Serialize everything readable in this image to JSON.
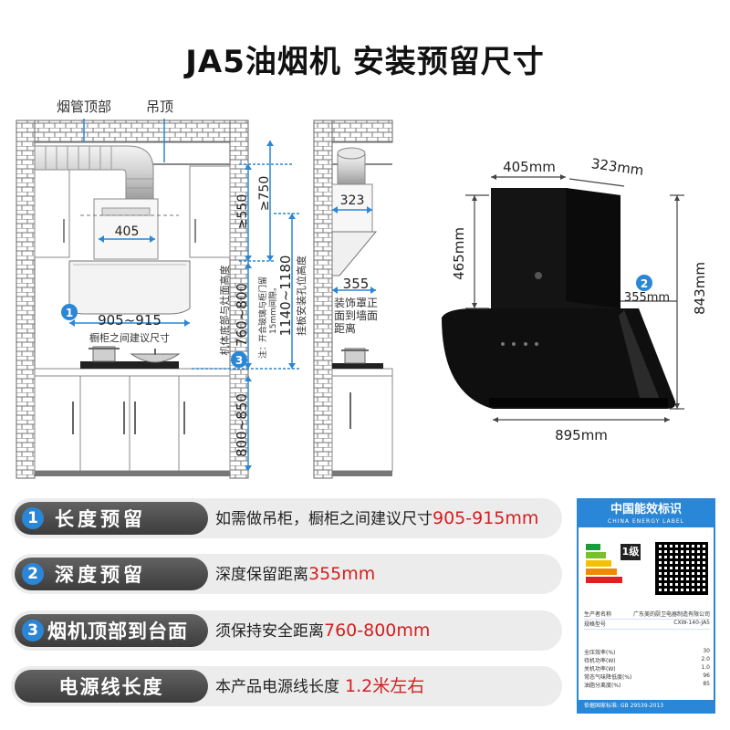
{
  "title": "JA5油烟机 安装预留尺寸",
  "drawing": {
    "label_pipe": "烟管顶部",
    "label_ceiling": "吊顶",
    "dim_405": "405",
    "dim_550": "≥550",
    "dim_750": "≥750",
    "dim_905_915": "905~915",
    "text_cabinet_gap": "橱柜之间建议尺寸",
    "text_body_to_stove": "机体底部与灶面高度",
    "dim_760_800": "760~800",
    "text_note": "注：开合玻璃与柜门留",
    "text_note2": "15mm间隙。",
    "dim_1140_1180": "1140~1180",
    "text_hanging_hole": "挂板安装孔位高度",
    "dim_800_850": "800~850",
    "dim_323": "323",
    "dim_355": "355",
    "text_cover_line1": "装饰罩正",
    "text_cover_line2": "面到墙面",
    "text_cover_line3": "距离",
    "circle_1": "1",
    "circle_3": "3"
  },
  "product": {
    "dim_width_top": "405mm",
    "dim_depth": "323mm",
    "dim_height_top": "465mm",
    "dim_height_total": "843mm",
    "dim_depth_355": "355mm",
    "dim_width_bottom": "895mm",
    "circle_2": "2"
  },
  "rows": [
    {
      "num": "1",
      "label": "长度预留",
      "text": "如需做吊柜，橱柜之间建议尺寸",
      "highlight": "905-915mm"
    },
    {
      "num": "2",
      "label": "深度预留",
      "text": "深度保留距离",
      "highlight": "355mm"
    },
    {
      "num": "3",
      "label": "烟机顶部到台面",
      "text": "须保持安全距离",
      "highlight": "760-800mm"
    },
    {
      "num": "",
      "label": "电源线长度",
      "text": "本产品电源线长度",
      "highlight": " 1.2米左右"
    }
  ],
  "energy_label": {
    "title": "中国能效标识",
    "subtitle": "CHINA ENERGY LABEL",
    "grade": "1级",
    "manufacturer_key": "生产者名称",
    "manufacturer": "广东美的厨卫电器制造有限公司",
    "model_key": "规格型号",
    "model": "CXW-140-JA5",
    "metrics": [
      {
        "k": "全压效率(%)",
        "v": "30"
      },
      {
        "k": "待机功率(W)",
        "v": "2.0"
      },
      {
        "k": "关机功率(W)",
        "v": "1.0"
      },
      {
        "k": "常态气味降低度(%)",
        "v": "96"
      },
      {
        "k": "油脂分离度(%)",
        "v": "85"
      }
    ],
    "footer": "依据国家标准: GB 29539-2013"
  }
}
